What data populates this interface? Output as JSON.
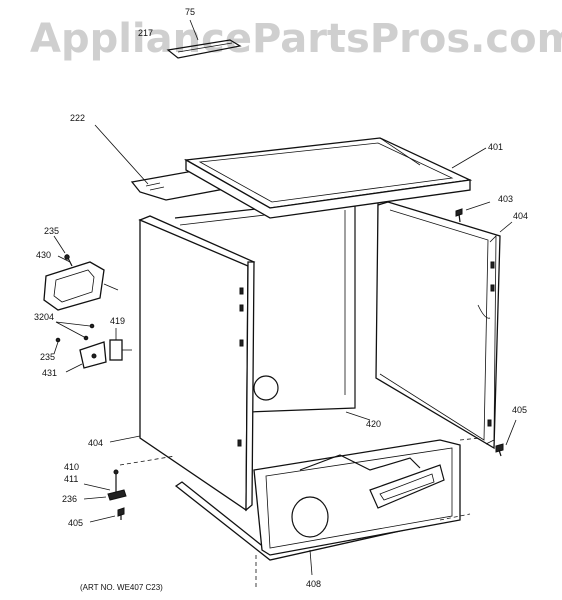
{
  "watermark": "AppliancePartsPros.com",
  "art_no": "(ART NO. WE407 C23)",
  "callouts": {
    "c75": "75",
    "c217": "217",
    "c222": "222",
    "c401": "401",
    "c403": "403",
    "c404r": "404",
    "c235a": "235",
    "c430": "430",
    "c3204": "3204",
    "c419": "419",
    "c235b": "235",
    "c431": "431",
    "c420": "420",
    "c405r": "405",
    "c404l": "404",
    "c410": "410",
    "c411": "411",
    "c236": "236",
    "c405l": "405",
    "c408": "408"
  }
}
